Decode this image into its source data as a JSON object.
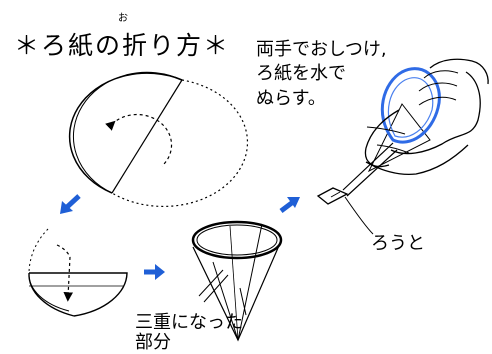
{
  "title": "＊ろ紙の折り方＊",
  "title_ruby": "お",
  "instruction_lines": [
    "両手でおしつけ,",
    "ろ紙を水で",
    "ぬらす。"
  ],
  "funnel_label": "ろうと",
  "triple_lines": [
    "三重になった",
    "部分"
  ],
  "arrow_color": "#1f5fd6"
}
